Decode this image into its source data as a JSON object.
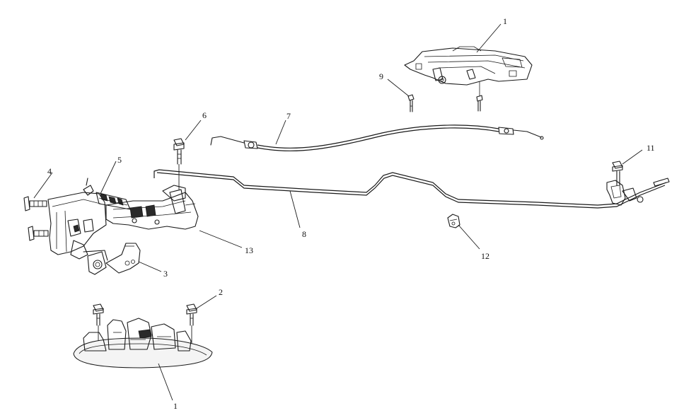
{
  "callouts": {
    "handle_inner": "1",
    "bolt_handle": "2",
    "bracket": "3",
    "clip": "4",
    "lock_body": "5",
    "bolt_lock": "6",
    "cable": "7",
    "rod": "8",
    "screw_inner": "9",
    "nut": "11",
    "rod_clip": "12",
    "actuator": "13",
    "handle_outer": "1"
  }
}
